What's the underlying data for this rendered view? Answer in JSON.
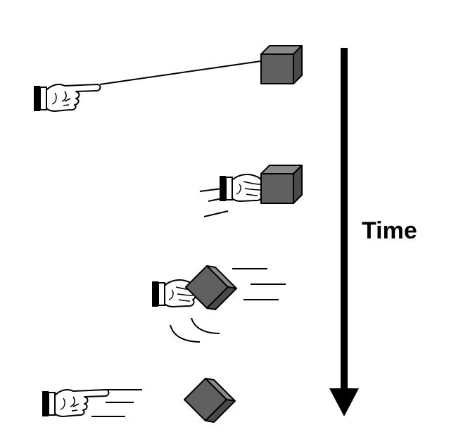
{
  "axis": {
    "label": "Time",
    "direction": "down"
  },
  "frames": [
    {
      "step": 1,
      "hand_icon": "pointing-hand-icon",
      "object_icon": "cube-icon",
      "object_orientation": "upright",
      "connected_by_line": true,
      "motion_lines": false
    },
    {
      "step": 2,
      "hand_icon": "grabbing-hand-icon",
      "object_icon": "cube-icon",
      "object_orientation": "upright",
      "connected_by_line": false,
      "motion_lines": true
    },
    {
      "step": 3,
      "hand_icon": "pushing-hand-icon",
      "object_icon": "cube-icon",
      "object_orientation": "tilted",
      "connected_by_line": false,
      "motion_lines": true
    },
    {
      "step": 4,
      "hand_icon": "pointing-hand-icon",
      "object_icon": "cube-icon",
      "object_orientation": "tilted",
      "connected_by_line": false,
      "motion_lines": true
    }
  ],
  "colors": {
    "cube_front": "#606060",
    "cube_top": "#8a8a8a",
    "cube_side": "#4a4a4a",
    "outline": "#000000",
    "background": "#ffffff"
  }
}
